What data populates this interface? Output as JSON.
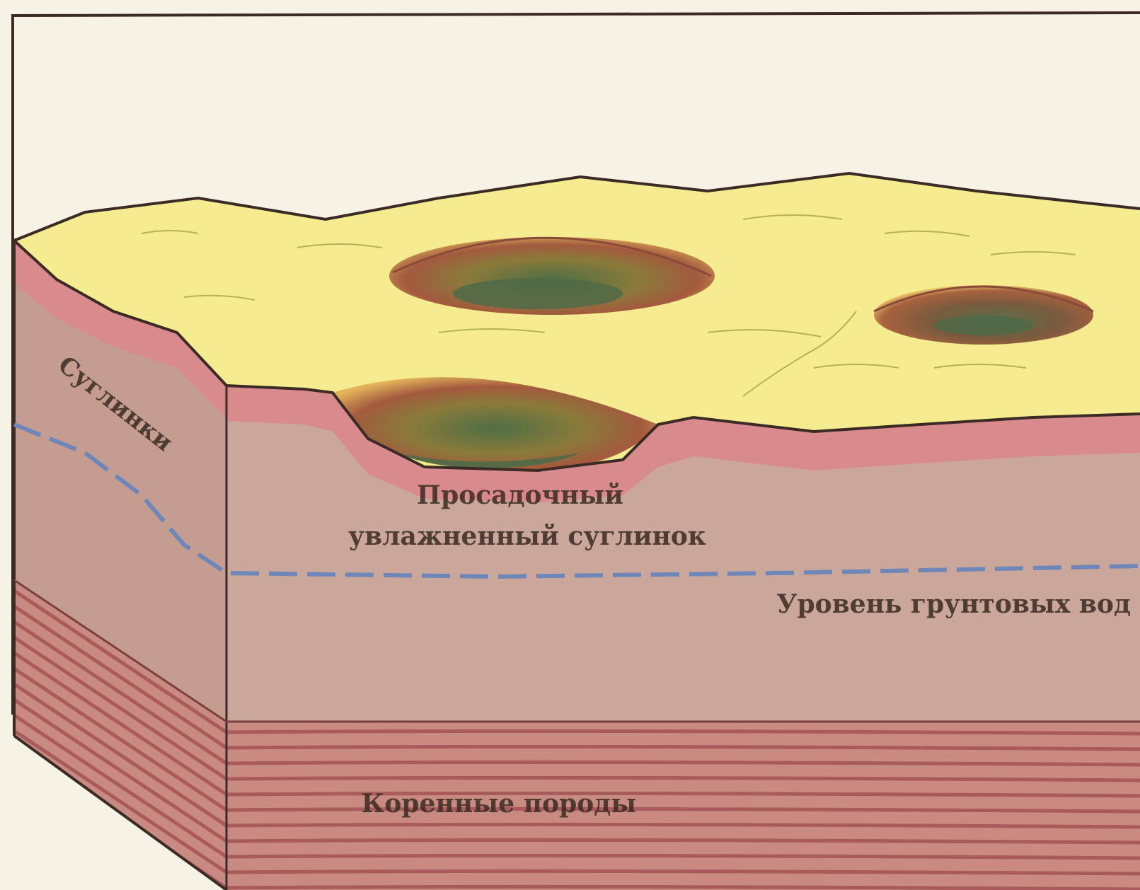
{
  "labels": {
    "side_layer": "Суглинки",
    "sinkhole_name_line1": "Просадочный",
    "sinkhole_name_line2": "увлажненный суглинок",
    "groundwater_level": "Уровень грунтовых вод",
    "bedrock": "Коренные породы"
  },
  "colors": {
    "sky": "#f6f3e4",
    "surface": "#f4ec8e",
    "soil_band": "#d98a8c",
    "loam_front": "#caa79a",
    "loam_side": "#c49c90",
    "bedrock_base": "#c98a82",
    "bedrock_stripe": "#9e4a4c",
    "groundwater_line": "#6f86b8",
    "depression_rim": "#8a4a3a",
    "depression_floor": "#5f6f4a",
    "outline": "#3b2a26"
  }
}
